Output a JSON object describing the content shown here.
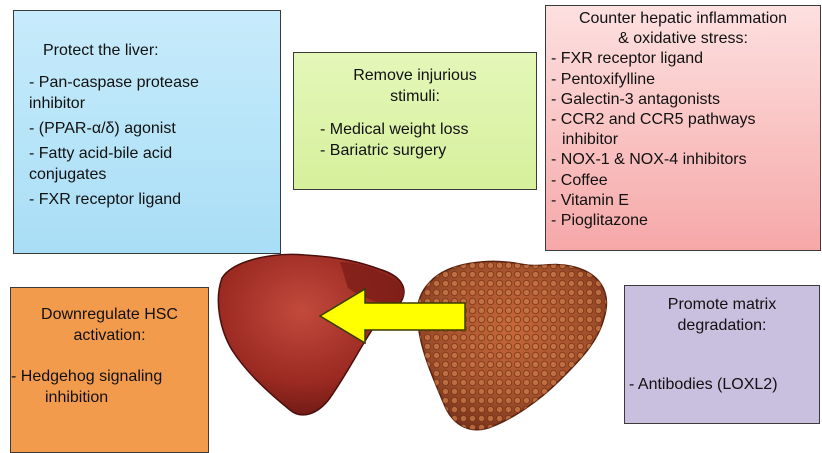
{
  "boxes": {
    "protect": {
      "heading": "Protect the liver:",
      "items": [
        [
          "- Pan-caspase protease",
          "inhibitor"
        ],
        [
          "- (PPAR-α/δ) agonist"
        ],
        [
          "- Fatty acid-bile acid",
          "conjugates"
        ],
        [
          "- FXR receptor ligand"
        ]
      ],
      "color": "#b8e4f8"
    },
    "remove": {
      "heading": [
        "Remove injurious",
        "stimuli:"
      ],
      "items": [
        "- Medical weight loss",
        "- Bariatric surgery"
      ],
      "color": "#dcf3a8"
    },
    "counter": {
      "heading": [
        "Counter hepatic inflammation",
        "& oxidative stress:"
      ],
      "items": [
        [
          "- FXR receptor ligand"
        ],
        [
          "- Pentoxifylline"
        ],
        [
          "- Galectin-3 antagonists"
        ],
        [
          "- CCR2 and CCR5 pathways",
          "inhibitor"
        ],
        [
          "- NOX-1 & NOX-4 inhibitors"
        ],
        [
          "- Coffee"
        ],
        [
          "- Vitamin E"
        ],
        [
          "- Pioglitazone"
        ]
      ],
      "color": "#f9c4c4"
    },
    "hsc": {
      "heading": [
        "Downregulate HSC",
        "activation:"
      ],
      "items": [
        "- Hedgehog signaling",
        "inhibition"
      ],
      "color": "#f39b4d"
    },
    "matrix": {
      "heading": [
        "Promote matrix",
        "degradation:"
      ],
      "items": [
        "- Antibodies (LOXL2)"
      ],
      "color": "#c9bfde"
    }
  },
  "illustration": {
    "healthy_liver_color": "#9b2a22",
    "cirrhotic_liver_color": "#a0502c",
    "arrow_color": "#ffff00",
    "arrow_direction": "left"
  }
}
